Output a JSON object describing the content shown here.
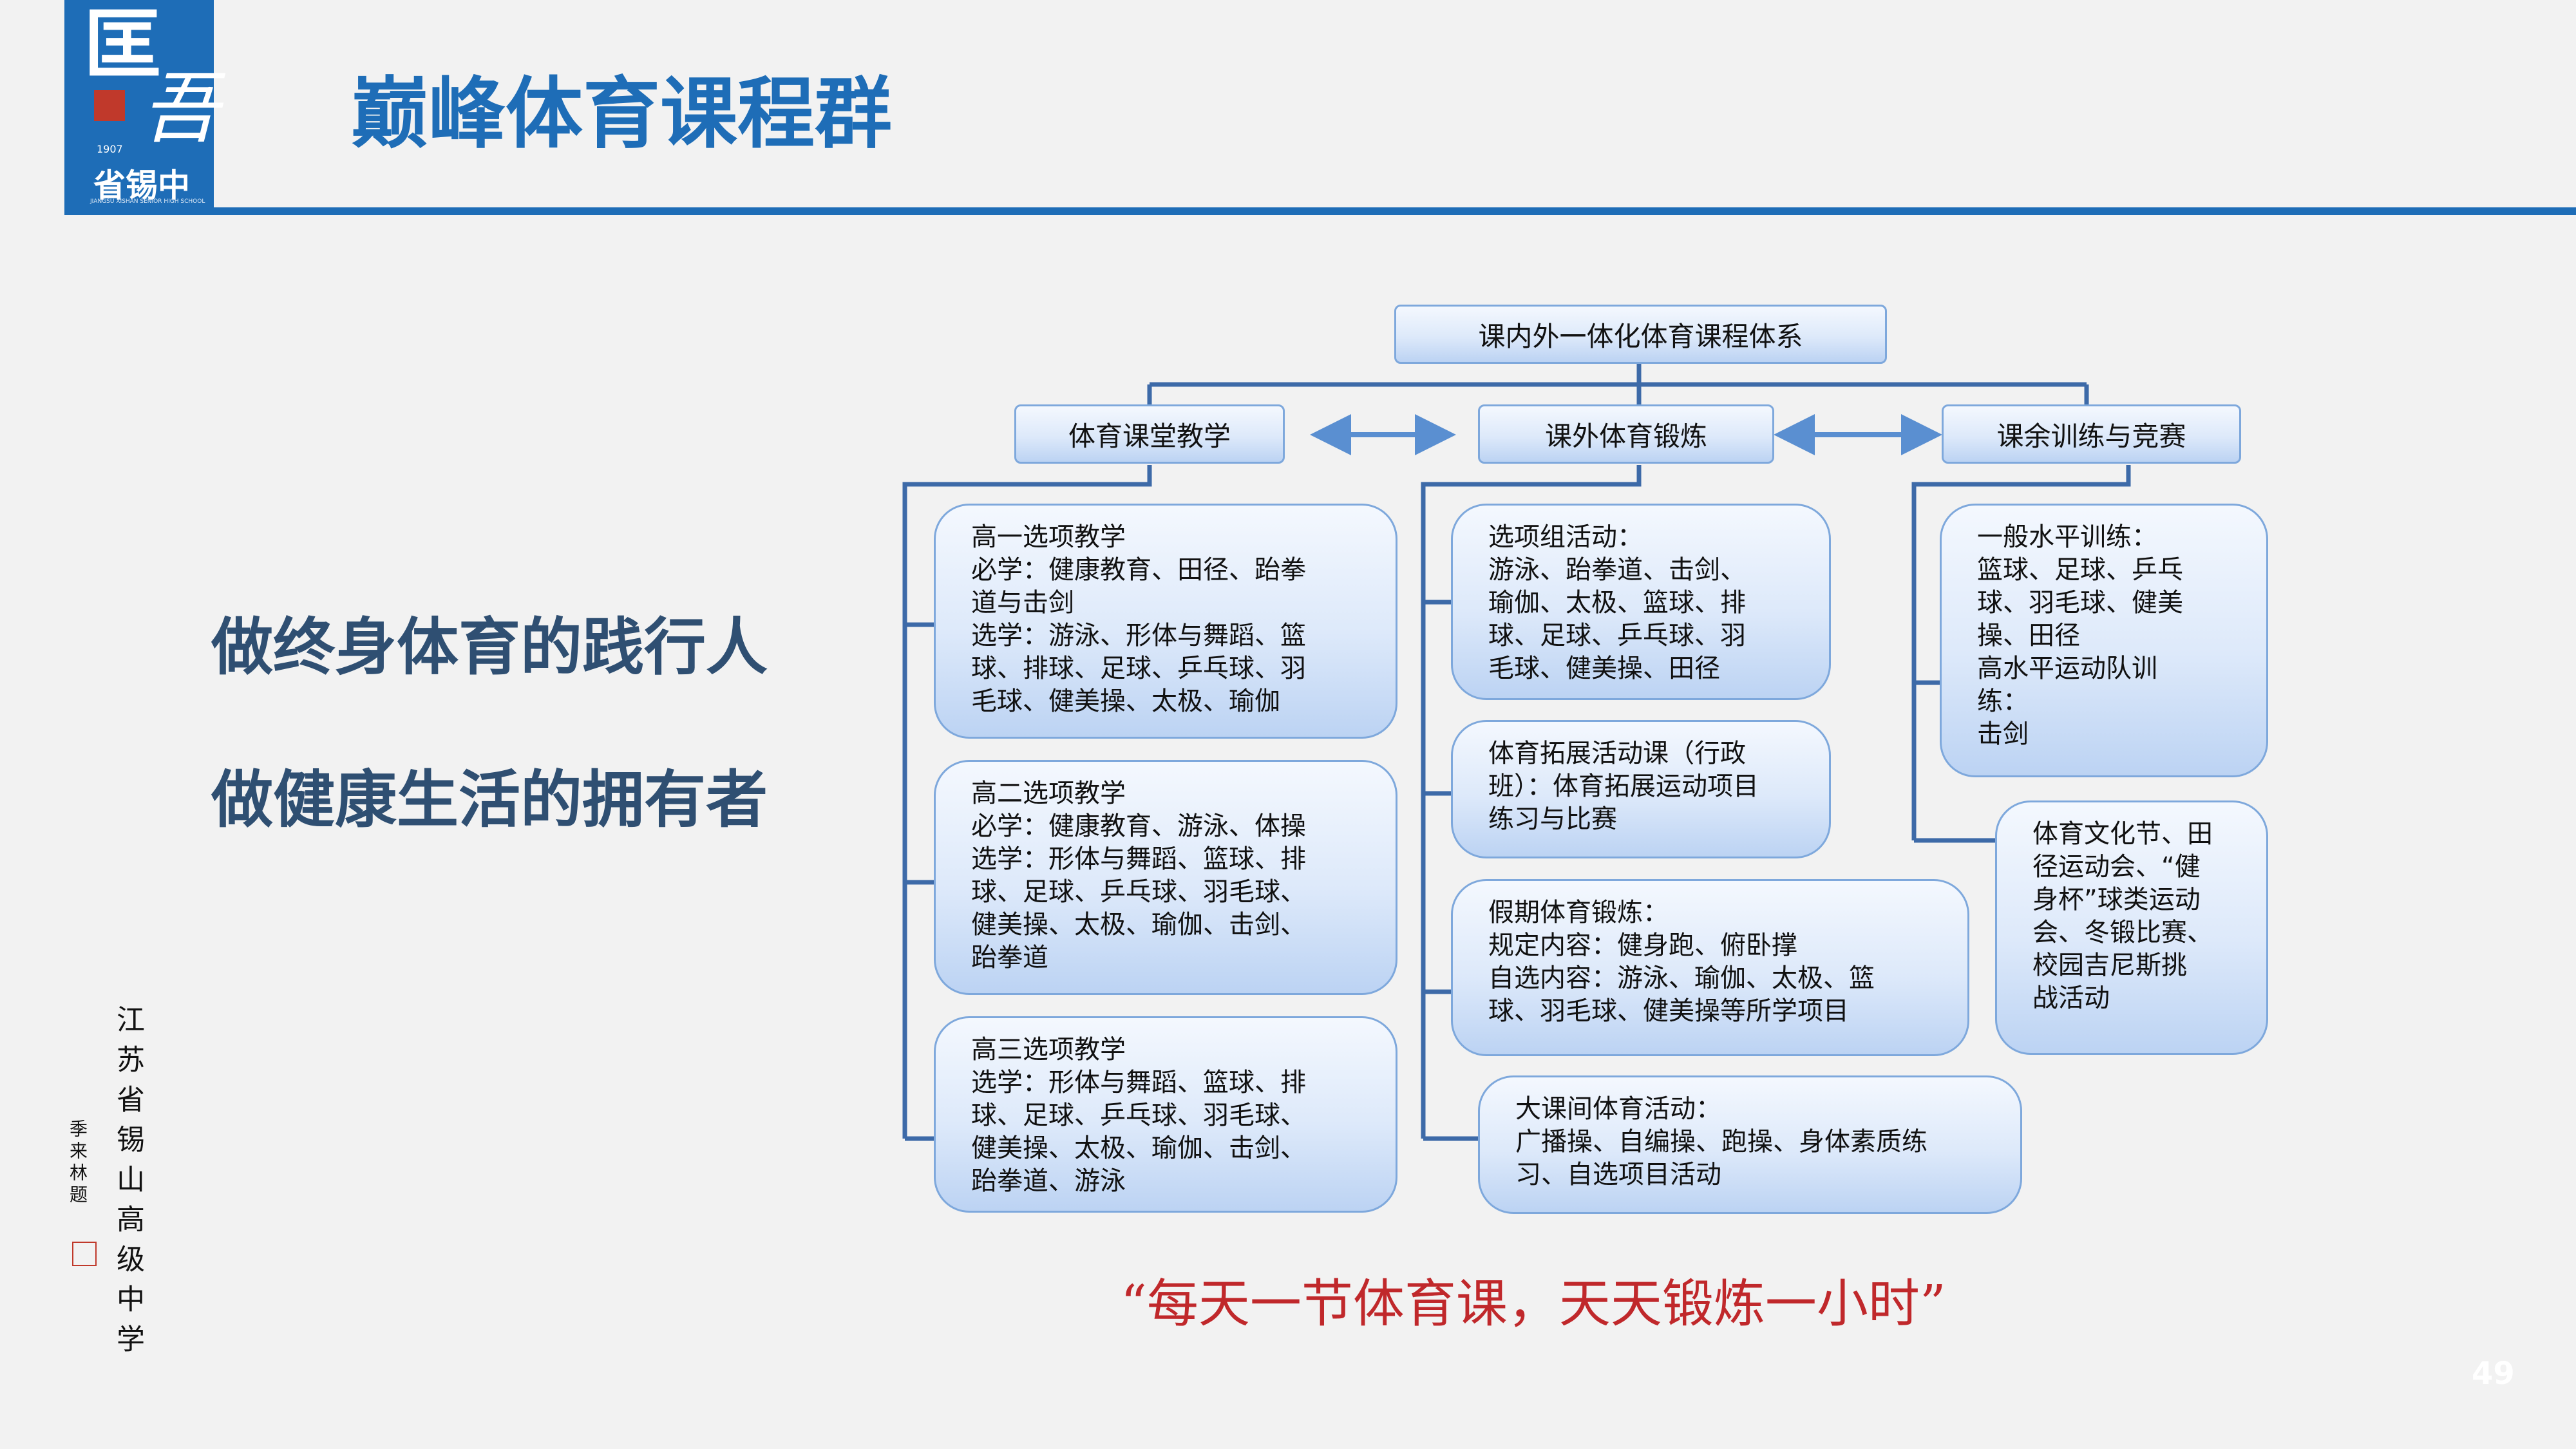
{
  "logo": {
    "glyph_top": "匡",
    "glyph_bottom": "吾",
    "year": "1907",
    "name": "省锡中",
    "subtitle": "JIANGSU XISHAN SENIOR HIGH SCHOOL"
  },
  "title": "巅峰体育课程群",
  "slogans": [
    "做终身体育的践行人",
    "做健康生活的拥有者"
  ],
  "calligraphy": {
    "main": "江苏省锡山高级中学",
    "signature": "季来林题"
  },
  "diagram": {
    "root": "课内外一体化体育课程体系",
    "columns": [
      "体育课堂教学",
      "课外体育锻炼",
      "课余训练与竞赛"
    ],
    "classroom": [
      {
        "lines": [
          "高一选项教学",
          "必学：健康教育、田径、跆拳",
          "道与击剑",
          "选学：游泳、形体与舞蹈、篮",
          "球、排球、足球、乒乓球、羽",
          "毛球、健美操、太极、瑜伽"
        ]
      },
      {
        "lines": [
          "高二选项教学",
          "必学：健康教育、游泳、体操",
          "选学：形体与舞蹈、篮球、排",
          "球、足球、乒乓球、羽毛球、",
          "健美操、太极、瑜伽、击剑、",
          "跆拳道"
        ]
      },
      {
        "lines": [
          "高三选项教学",
          "选学：形体与舞蹈、篮球、排",
          "球、足球、乒乓球、羽毛球、",
          "健美操、太极、瑜伽、击剑、",
          "跆拳道、游泳"
        ]
      }
    ],
    "extracurricular": [
      {
        "lines": [
          "选项组活动：",
          "游泳、跆拳道、击剑、",
          "瑜伽、太极、篮球、排",
          "球、足球、乒乓球、羽",
          "毛球、健美操、田径"
        ]
      },
      {
        "lines": [
          "体育拓展活动课（行政",
          "班）：体育拓展运动项目",
          "练习与比赛"
        ]
      },
      {
        "lines": [
          "假期体育锻炼：",
          "规定内容：健身跑、俯卧撑",
          "自选内容：游泳、瑜伽、太极、篮",
          "球、羽毛球、健美操等所学项目"
        ]
      },
      {
        "lines": [
          "大课间体育活动：",
          "广播操、自编操、跑操、身体素质练",
          "习、自选项目活动"
        ]
      }
    ],
    "training": [
      {
        "lines": [
          "一般水平训练：",
          "篮球、足球、乒乓",
          "球、羽毛球、健美",
          "操、田径",
          "高水平运动队训",
          "练：",
          "击剑"
        ]
      },
      {
        "lines": [
          "体育文化节、田",
          "径运动会、“健",
          "身杯”球类运动",
          "会、冬锻比赛、",
          "校园吉尼斯挑",
          "战活动"
        ]
      }
    ]
  },
  "motto": "“每天一节体育课，天天锻炼一小时”",
  "page_number": "49",
  "colors": {
    "brand_blue": "#1e6db7",
    "slogan": "#2f4f72",
    "motto_red": "#c0282b",
    "connector": "#3d6aa8",
    "arrow": "#5a8fd1"
  }
}
